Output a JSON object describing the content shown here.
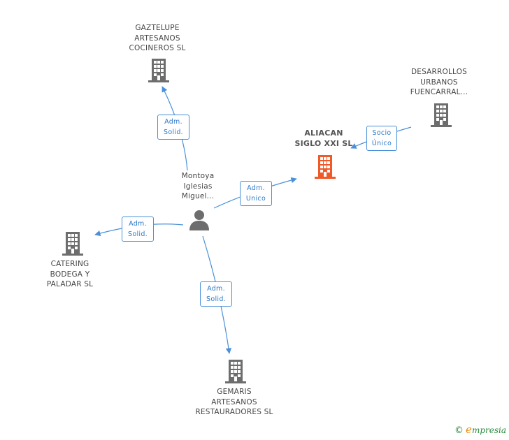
{
  "colors": {
    "edge": "#4a90d9",
    "building": "#6d6d6d",
    "focus_building": "#f05a28",
    "person": "#6d6d6d"
  },
  "nodes": {
    "gaztelupe": {
      "label": "GAZTELUPE\nARTESANOS\nCOCINEROS SL",
      "icon": "building-icon"
    },
    "desarrollos": {
      "label": "DESARROLLOS\nURBANOS\nFUENCARRAL...",
      "icon": "building-icon"
    },
    "aliacan": {
      "label": "ALIACAN\nSIGLO XXI SL",
      "icon": "building-icon"
    },
    "montoya": {
      "label": "Montoya\nIglesias\nMiguel...",
      "icon": "person-icon"
    },
    "catering": {
      "label": "CATERING\nBODEGA Y\nPALADAR SL",
      "icon": "building-icon"
    },
    "gemaris": {
      "label": "GEMARIS\nARTESANOS\nRESTAURADORES SL",
      "icon": "building-icon"
    }
  },
  "edges": {
    "to_gaztelupe": "Adm.\nSolid.",
    "to_aliacan": "Adm.\nUnico",
    "desarrollos_to_aliacan": "Socio\nÚnico",
    "to_catering": "Adm.\nSolid.",
    "to_gemaris": "Adm.\nSolid."
  },
  "watermark": {
    "copyright": "©",
    "brand_initial": "e",
    "brand_rest": "mpresia"
  }
}
